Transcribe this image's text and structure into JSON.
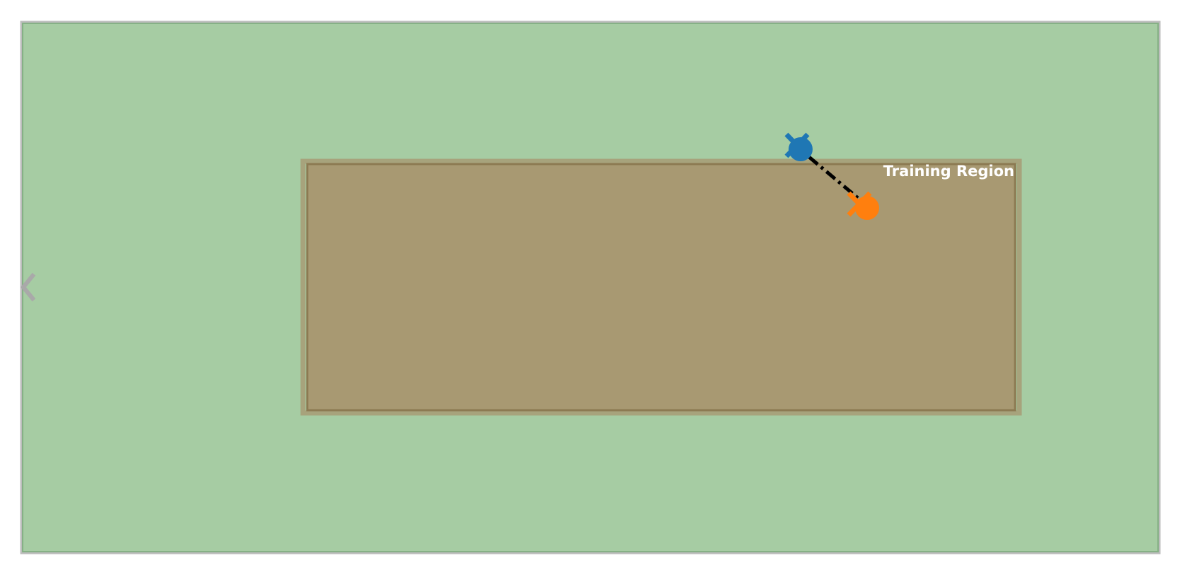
{
  "scene": {
    "training_region_label": "Training Region",
    "colors": {
      "field_fill": "#a6cca3",
      "field_border": "#86b086",
      "field_outer_border": "#bdbdbd",
      "training_region_fill": "#a89972",
      "training_region_border": "#8c7a52",
      "player_1": "#1f77b4",
      "player_2": "#ff7f0e",
      "link_line": "#000000",
      "left_chevron": "#a9a9a9"
    },
    "markers": [
      {
        "id": "player-1",
        "color_key": "player_1",
        "symbol": "circle-with-cross"
      },
      {
        "id": "player-2",
        "color_key": "player_2",
        "symbol": "circle-with-cross"
      }
    ],
    "icons": [
      "left-chevron-icon"
    ]
  }
}
